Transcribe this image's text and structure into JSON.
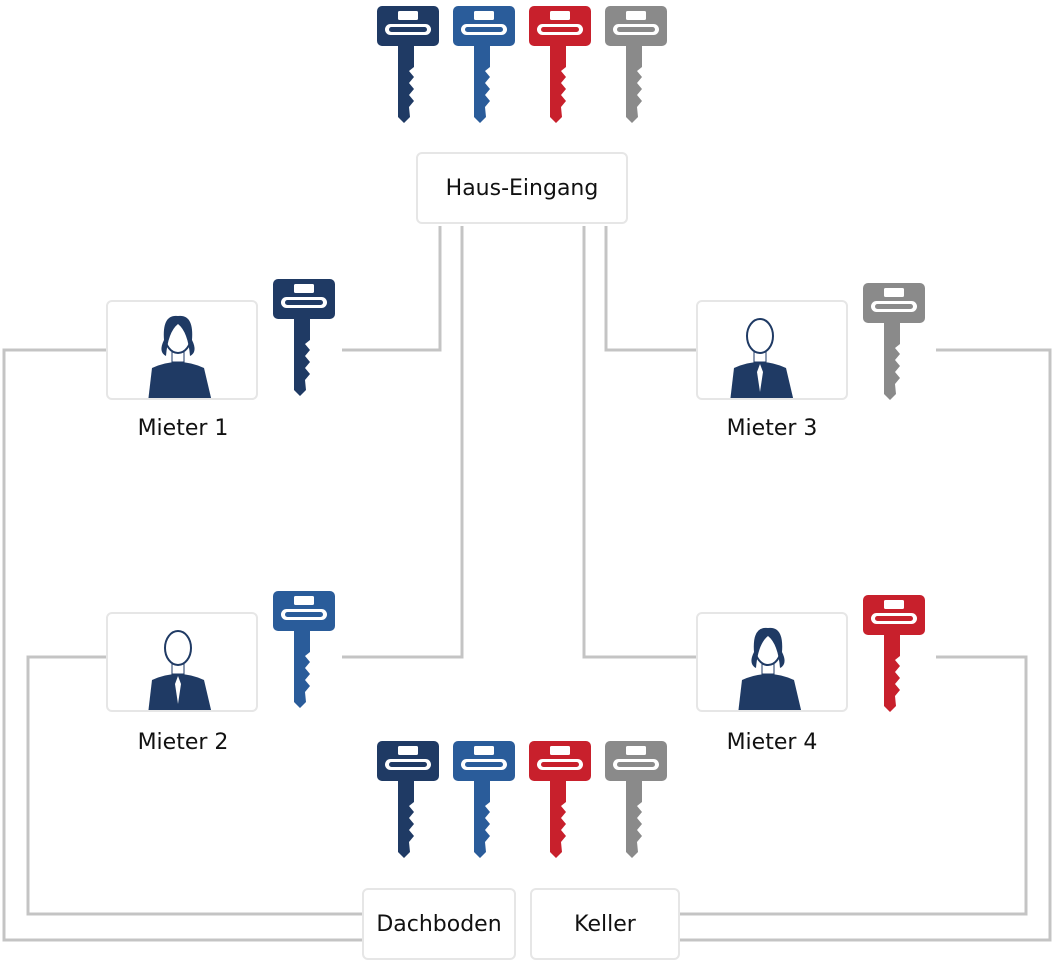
{
  "colors": {
    "dark_blue": "#1f3a64",
    "blue": "#2a5c9a",
    "red": "#c8202c",
    "gray": "#8a8a8a",
    "line": "#c4c4c4",
    "person": "#1f3a64"
  },
  "nodes": {
    "entrance": "Haus-Eingang",
    "attic": "Dachboden",
    "cellar": "Keller"
  },
  "tenants": [
    {
      "label": "Mieter 1",
      "key_color": "dark_blue",
      "gender": "female"
    },
    {
      "label": "Mieter 2",
      "key_color": "blue",
      "gender": "male"
    },
    {
      "label": "Mieter 3",
      "key_color": "gray",
      "gender": "male"
    },
    {
      "label": "Mieter 4",
      "key_color": "red",
      "gender": "female"
    }
  ],
  "key_groups": {
    "top": [
      "dark_blue",
      "blue",
      "red",
      "gray"
    ],
    "bottom": [
      "dark_blue",
      "blue",
      "red",
      "gray"
    ]
  }
}
